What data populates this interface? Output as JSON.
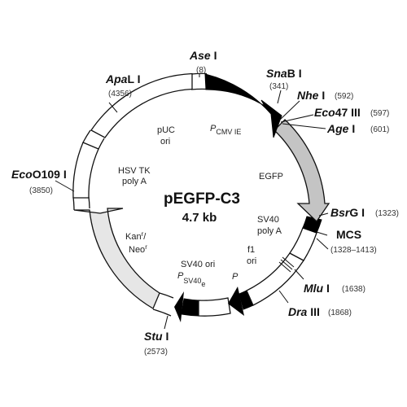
{
  "plasmid": {
    "name": "pEGFP-C3",
    "size": "4.7 kb"
  },
  "sites": [
    {
      "id": "ase",
      "name_italic": "Ase",
      "name_plain": " I",
      "pos": "(8)"
    },
    {
      "id": "snab",
      "name_italic": "Sna",
      "name_plain": "B I",
      "pos": "(341)"
    },
    {
      "id": "nhe",
      "name_italic": "Nhe",
      "name_plain": " I",
      "pos": "(592)"
    },
    {
      "id": "eco47",
      "name_italic": "Eco",
      "name_plain": "47 III",
      "pos": "(597)"
    },
    {
      "id": "age",
      "name_italic": "Age",
      "name_plain": " I",
      "pos": "(601)"
    },
    {
      "id": "bsrg",
      "name_italic": "Bsr",
      "name_plain": "G I",
      "pos": "(1323)"
    },
    {
      "id": "mlu",
      "name_italic": "Mlu",
      "name_plain": " I",
      "pos": "(1638)"
    },
    {
      "id": "dra",
      "name_italic": "Dra",
      "name_plain": " III",
      "pos": "(1868)"
    },
    {
      "id": "stu",
      "name_italic": "Stu",
      "name_plain": " I",
      "pos": "(2573)"
    },
    {
      "id": "eco109",
      "name_italic": "Eco",
      "name_plain": "O109 I",
      "pos": "(3850)"
    },
    {
      "id": "apal",
      "name_italic": "Apa",
      "name_plain": "L I",
      "pos": "(4356)"
    }
  ],
  "mcs": {
    "label": "MCS",
    "range": "(1328–1413)"
  },
  "features": {
    "pcmv_p": "P",
    "pcmv_sub": "CMV IE",
    "egfp": "EGFP",
    "sv40polya_1": "SV40",
    "sv40polya_2": "poly A",
    "f1_1": "f1",
    "f1_2": "ori",
    "p_f1": "P",
    "sv40ori": "SV40 ori",
    "psv40_p": "P",
    "psv40_sub": "SV40",
    "psv40_e": "e",
    "kan_1": "Kan",
    "kan_1_sup": "r",
    "kan_1_slash": "/",
    "kan_2": "Neo",
    "kan_2_sup": "r",
    "hsvtk_1": "HSV TK",
    "hsvtk_2": "poly A",
    "puc_1": "pUC",
    "puc_2": "ori"
  },
  "colors": {
    "egfp_fill": "#c4c4c4",
    "kan_fill": "#e6e6e6",
    "promoter_fill": "#000000",
    "outline": "#111111"
  }
}
